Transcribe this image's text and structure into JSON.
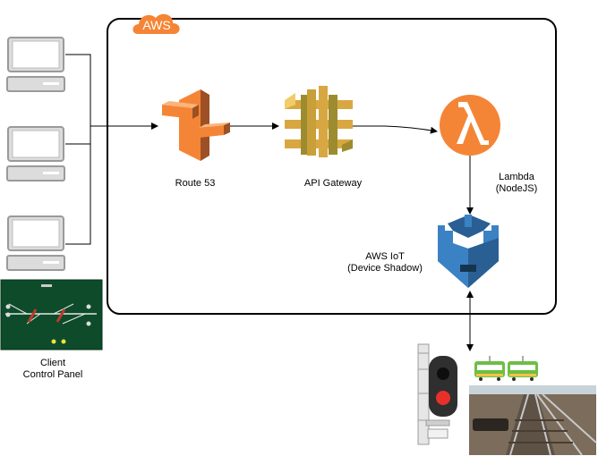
{
  "aws_group": {
    "label": "AWS",
    "badge_color": "#F58536"
  },
  "clients": {
    "count": 3,
    "caption_line1": "Client",
    "caption_line2": "Control Panel"
  },
  "services": {
    "route53": {
      "label": "Route 53",
      "icon": "route53-icon",
      "color": "#F58536"
    },
    "api_gateway": {
      "label": "API Gateway",
      "icon": "api-gateway-icon",
      "color": "#D9A741"
    },
    "lambda": {
      "label_line1": "Lambda",
      "label_line2": "(NodeJS)",
      "icon": "lambda-icon",
      "color": "#F58536"
    },
    "aws_iot": {
      "label_line1": "AWS IoT",
      "label_line2": "(Device Shadow)",
      "icon": "aws-iot-icon",
      "color": "#3B82C4"
    }
  },
  "physical_devices": {
    "signal": {
      "icon": "railway-signal-icon",
      "lit_color": "#E8302A"
    },
    "train": {
      "icon": "train-icon",
      "color": "#6DBE45"
    },
    "track": {
      "icon": "railway-track-image"
    }
  }
}
